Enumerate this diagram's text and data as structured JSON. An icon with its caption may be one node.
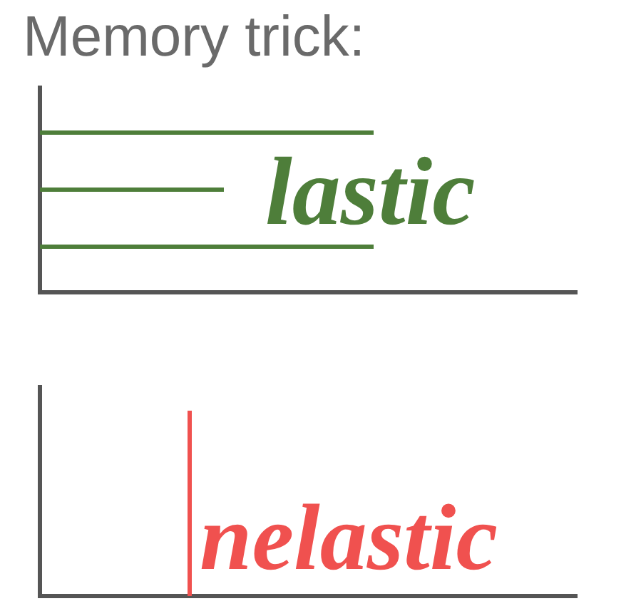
{
  "diagram": {
    "title": "Memory trick:",
    "labels": [
      "lastic",
      "nelastic"
    ]
  }
}
